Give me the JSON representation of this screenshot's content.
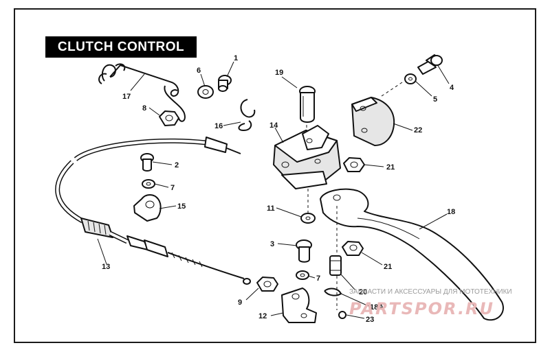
{
  "title": "CLUTCH CONTROL",
  "callouts": {
    "c1": "1",
    "c2": "2",
    "c3": "3",
    "c4": "4",
    "c5": "5",
    "c6": "6",
    "c7a": "7",
    "c7b": "7",
    "c8": "8",
    "c9": "9",
    "c11": "11",
    "c12": "12",
    "c13": "13",
    "c14": "14",
    "c15": "15",
    "c16": "16",
    "c17": "17",
    "c18": "18",
    "c18a": "18A",
    "c19": "19",
    "c20": "20",
    "c21a": "21",
    "c21b": "21",
    "c22": "22",
    "c23": "23"
  },
  "watermark": {
    "tagline": "ЗАПЧАСТИ И АКСЕССУАРЫ ДЛЯ МОТОТЕХНИКИ",
    "logo": "PARTSPOR.RU"
  },
  "colors": {
    "ink": "#111111",
    "title_bg": "#000000",
    "title_fg": "#ffffff",
    "watermark_logo": "#e9b8b8"
  }
}
